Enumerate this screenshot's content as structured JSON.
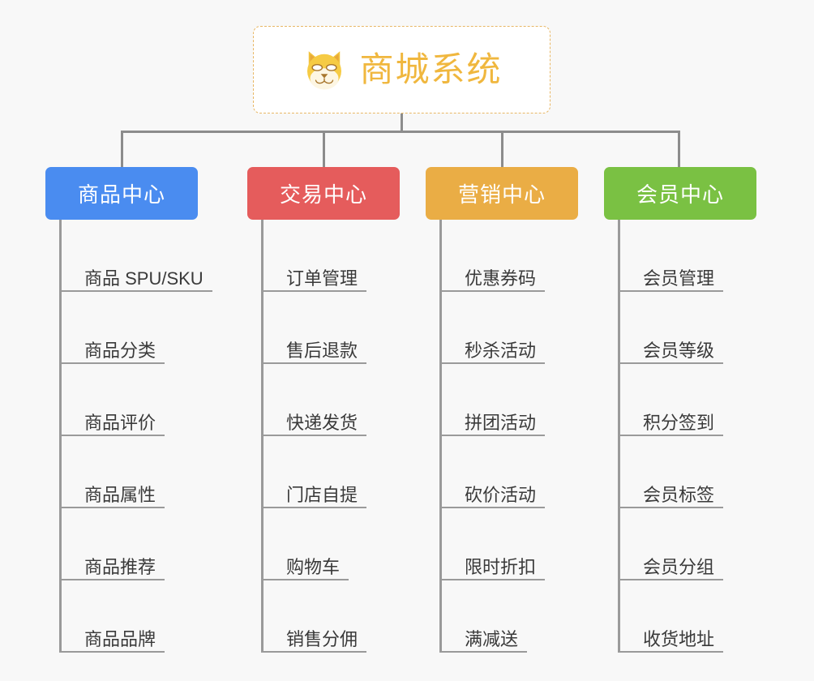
{
  "background_color": "#f8f8f8",
  "root": {
    "icon": "shiba-dog-face-emoji",
    "title": "商城系统",
    "border_color": "#e8b765",
    "text_color": "#f0b73e"
  },
  "branches": [
    {
      "id": "product-center",
      "title": "商品中心",
      "color": "#4a8cf0",
      "items": [
        "商品 SPU/SKU",
        "商品分类",
        "商品评价",
        "商品属性",
        "商品推荐",
        "商品品牌"
      ]
    },
    {
      "id": "trade-center",
      "title": "交易中心",
      "color": "#e55c5c",
      "items": [
        "订单管理",
        "售后退款",
        "快递发货",
        "门店自提",
        "购物车",
        "销售分佣"
      ]
    },
    {
      "id": "marketing-center",
      "title": "营销中心",
      "color": "#eaad45",
      "items": [
        "优惠券码",
        "秒杀活动",
        "拼团活动",
        "砍价活动",
        "限时折扣",
        "满减送"
      ]
    },
    {
      "id": "member-center",
      "title": "会员中心",
      "color": "#7ac143",
      "items": [
        "会员管理",
        "会员等级",
        "积分签到",
        "会员标签",
        "会员分组",
        "收货地址"
      ]
    }
  ]
}
